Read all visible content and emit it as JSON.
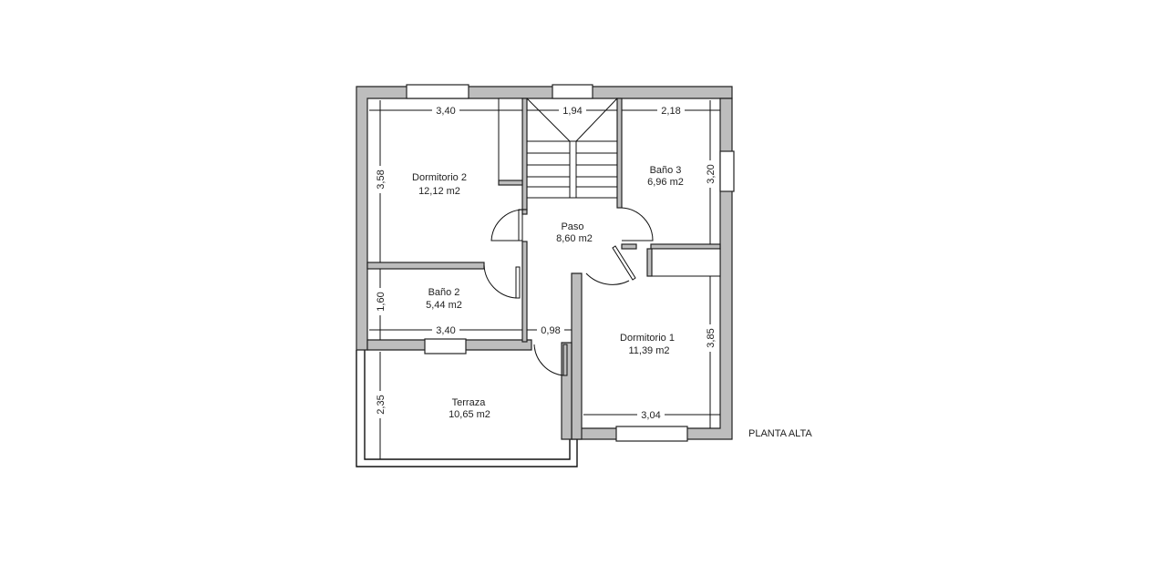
{
  "plan": {
    "title": "PLANTA ALTA",
    "rooms": [
      {
        "name": "Dormitorio 2",
        "area": "12,12 m2"
      },
      {
        "name": "Baño 3",
        "area": "6,96 m2"
      },
      {
        "name": "Paso",
        "area": "8,60 m2"
      },
      {
        "name": "Baño 2",
        "area": "5,44 m2"
      },
      {
        "name": "Dormitorio 1",
        "area": "11,39 m2"
      },
      {
        "name": "Terraza",
        "area": "10,65 m2"
      }
    ],
    "dimensions": {
      "dorm2_width": "3,40",
      "stair_width": "1,94",
      "bano3_width": "2,18",
      "dorm2_height": "3,58",
      "bano3_height": "3,20",
      "bano2_height": "1,60",
      "bano2_width": "3,40",
      "passage_width": "0,98",
      "dorm1_height": "3,85",
      "dorm1_width": "3,04",
      "terraza_height": "2,35"
    },
    "colors": {
      "wall": "#bdbdbd",
      "line": "#111111",
      "background": "#ffffff"
    }
  }
}
